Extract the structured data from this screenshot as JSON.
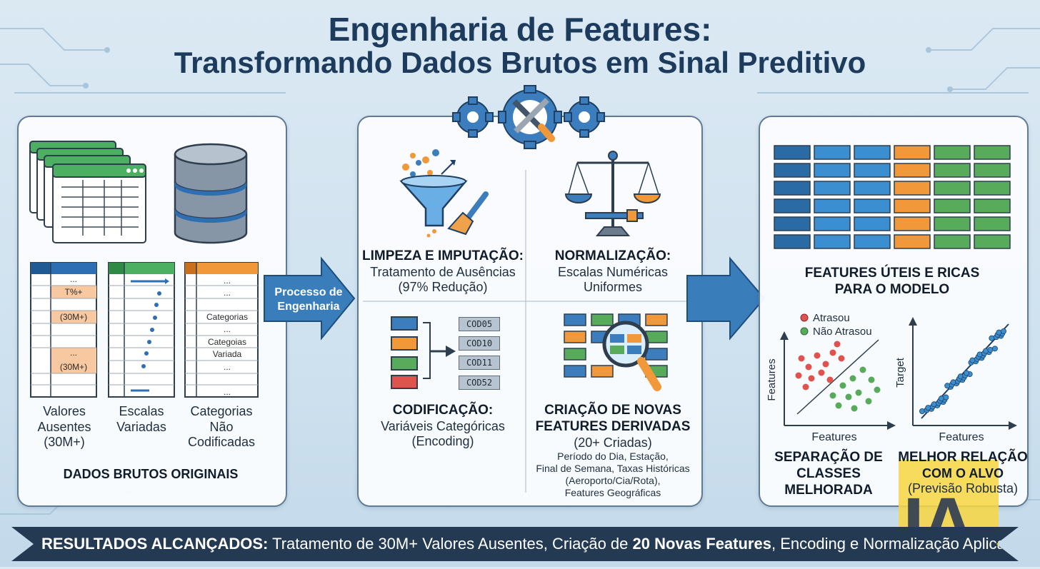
{
  "title": {
    "line1": "Engenharia de Features:",
    "line2": "Transformando Dados Brutos em Sinal Preditivo"
  },
  "left_panel": {
    "table1_cells": [
      "...",
      "T%+",
      "(30M+)",
      "...",
      "(30M+)"
    ],
    "table3_cells": [
      "...",
      "...",
      "Categorias",
      "...",
      "Categoias",
      "Variada",
      "...",
      "..."
    ],
    "label1": "Valores Ausentes (30M+)",
    "label1_lines": [
      "Valores",
      "Ausentes",
      "(30M+)"
    ],
    "label2_lines": [
      "Escalas",
      "Variadas"
    ],
    "label3_lines": [
      "Categorias",
      "Não",
      "Codificadas"
    ],
    "footer": "DADOS BRUTOS ORIGINAIS"
  },
  "arrow_left": {
    "lines": [
      "Processo de",
      "Engenharia"
    ]
  },
  "middle_panel": {
    "cleaning": {
      "title": "LIMPEZA E IMPUTAÇÃO:",
      "line1": "Tratamento de Ausências",
      "line2": "(97% Redução)"
    },
    "normalization": {
      "title": "NORMALIZAÇÃO:",
      "line1": "Escalas Numéricas",
      "line2": "Uniformes"
    },
    "codes": [
      "COD05",
      "COD10",
      "COD11",
      "COD52"
    ],
    "encoding": {
      "title": "CODIFICAÇÃO:",
      "line1": "Variáveis Categóricas",
      "line2": "(Encoding)"
    },
    "derived": {
      "title1": "CRIAÇÃO DE NOVAS",
      "title2": "FEATURES DERIVADAS",
      "count": "(20+ Criadas)",
      "detail1": "Período do Dia, Estação,",
      "detail2": "Final de Semana, Taxas Históricas",
      "detail3": "(Aeroporto/Cia/Rota),",
      "detail4": "Features Geográficas"
    }
  },
  "right_panel": {
    "features_title1": "FEATURES ÚTEIS E RICAS",
    "features_title2": "PARA O MODELO",
    "scatter": {
      "legend_red": "Atrasou",
      "legend_green": "Não Atrasou",
      "ylabel": "Features",
      "xlabel": "Features",
      "caption_lines": [
        "SEPARAÇÃO DE",
        "CLASSES",
        "MELHORADA"
      ]
    },
    "regression": {
      "ylabel": "Target",
      "xlabel": "Features",
      "caption1": "MELHOR RELAÇÃO",
      "caption2": "COM O ALVO",
      "caption3": "(Previsão Robusta)"
    }
  },
  "banner": {
    "lead": "RESULTADOS ALCANÇADOS:",
    "text1": " Tratamento de 30M+ Valores Ausentes, Criação de ",
    "strong": "20 Novas Features",
    "text2": ", Encoding e Normalização Aplicadas."
  },
  "logo": {
    "text": "IA"
  },
  "colors": {
    "blue": "#3b8fd0",
    "dark_blue": "#2a6aa5",
    "orange": "#f0983a",
    "green": "#59ab5c",
    "red": "#e0524d",
    "navy": "#243a52",
    "arrow": "#3a7dbb"
  }
}
